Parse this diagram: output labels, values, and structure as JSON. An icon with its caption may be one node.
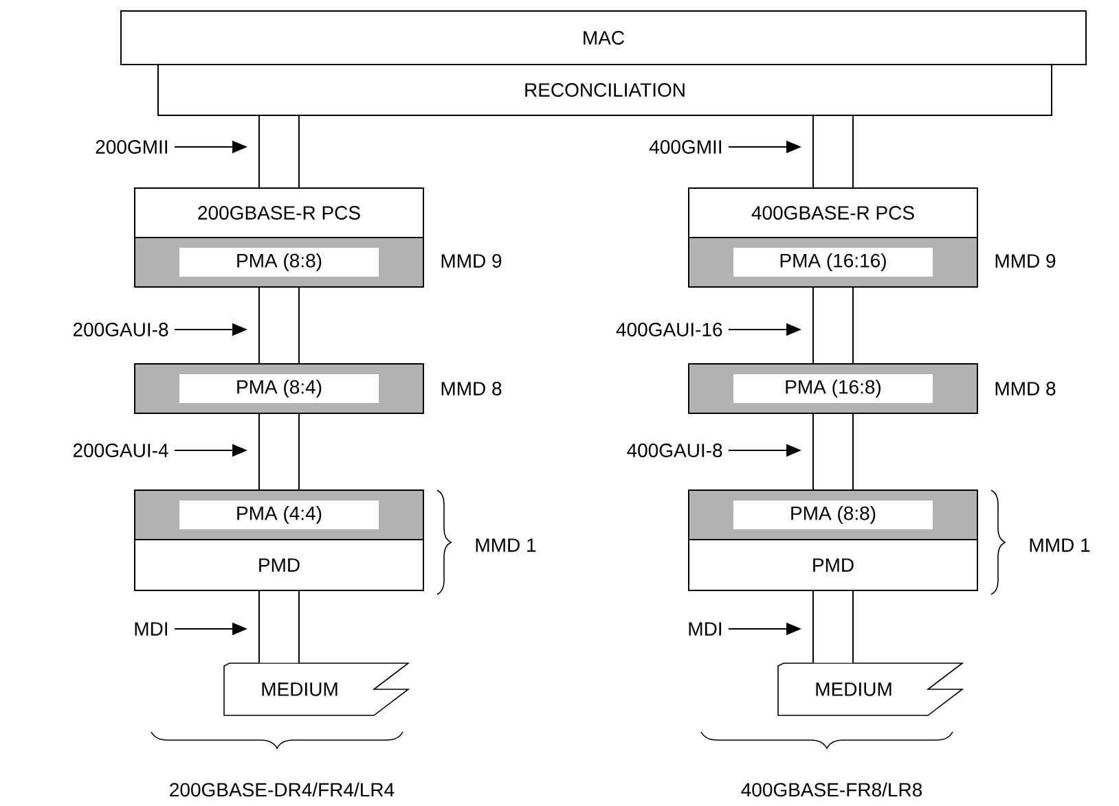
{
  "diagram": {
    "nodes": [
      {
        "text": [
          "MAC"
        ]
      },
      {
        "text": [
          "RECONCILIATION"
        ]
      },
      {
        "text": [
          "200GMII"
        ]
      },
      {
        "text": [
          "400GMII"
        ]
      },
      {
        "text": [
          "200GBASE-R PCS"
        ]
      },
      {
        "text": [
          "400GBASE-R PCS"
        ]
      },
      {
        "text": [
          "PMA (8:8)"
        ]
      },
      {
        "text": [
          "PMA (16:16)"
        ]
      },
      {
        "text": [
          "200GAUI-8"
        ]
      },
      {
        "text": [
          "400GAUI-16"
        ]
      },
      {
        "text": [
          "PMA (8:4)"
        ]
      },
      {
        "text": [
          "PMA (16:8)"
        ]
      },
      {
        "text": [
          "200GAUI-4"
        ]
      },
      {
        "text": [
          "400GAUI-8"
        ]
      },
      {
        "text": [
          "PMA (4:4)"
        ]
      },
      {
        "text": [
          "PMA (8:8)"
        ]
      },
      {
        "text": [
          "PMD"
        ]
      },
      {
        "text": [
          "PMD"
        ]
      },
      {
        "text": [
          "MDI"
        ]
      },
      {
        "text": [
          "MDI"
        ]
      },
      {
        "text": [
          "MEDIUM"
        ]
      },
      {
        "text": [
          "MEDIUM"
        ]
      }
    ],
    "edges": [
      {
        "from": 1,
        "to": 4,
        "arrow": "none",
        "style": "thick"
      },
      {
        "from": 1,
        "to": 5,
        "arrow": "none",
        "style": "thick"
      },
      {
        "from": 6,
        "to": 10,
        "arrow": "none",
        "style": "thick"
      },
      {
        "from": 7,
        "to": 11,
        "arrow": "none",
        "style": "thick"
      },
      {
        "from": 10,
        "to": 14,
        "arrow": "none",
        "style": "thick"
      },
      {
        "from": 11,
        "to": 15,
        "arrow": "none",
        "style": "thick"
      },
      {
        "from": 16,
        "to": 20,
        "arrow": "none",
        "style": "thick"
      },
      {
        "from": 17,
        "to": 21,
        "arrow": "none",
        "style": "thick"
      },
      {
        "from": 2,
        "to": null,
        "arrow": "to"
      },
      {
        "from": 3,
        "to": null,
        "arrow": "to"
      },
      {
        "from": 8,
        "to": null,
        "arrow": "to"
      },
      {
        "from": 9,
        "to": null,
        "arrow": "to"
      },
      {
        "from": 12,
        "to": null,
        "arrow": "to"
      },
      {
        "from": 13,
        "to": null,
        "arrow": "to"
      },
      {
        "from": 18,
        "to": null,
        "arrow": "to"
      },
      {
        "from": 19,
        "to": null,
        "arrow": "to"
      }
    ],
    "labels": [
      "MMD 9",
      "MMD 9",
      "MMD 8",
      "MMD 8",
      "MMD 1",
      "MMD 1",
      "200GBASE-DR4/FR4/LR4",
      "400GBASE-FR8/LR8"
    ]
  }
}
